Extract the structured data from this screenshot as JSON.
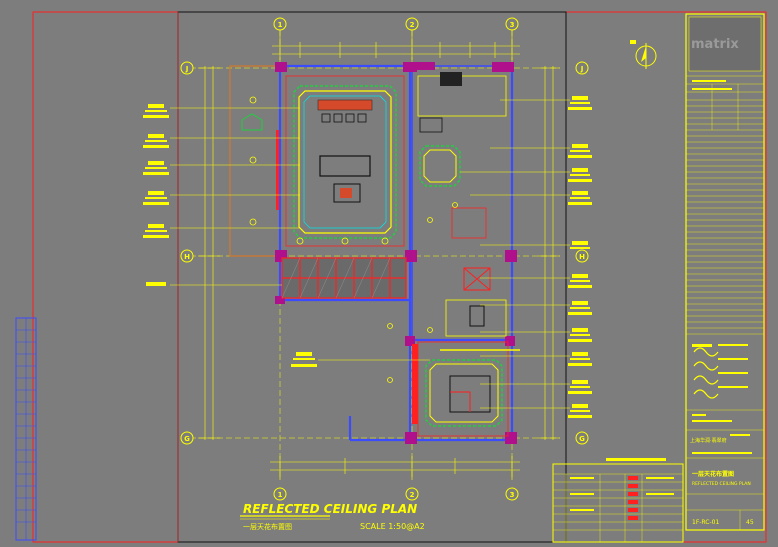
{
  "drawing": {
    "title_en": "REFLECTED CEILING PLAN",
    "title_cn": "一层天花布置图",
    "scale": "SCALE 1:50@A2"
  },
  "grid": {
    "columns": [
      "1",
      "2",
      "3"
    ],
    "rows": [
      "J",
      "H",
      "G"
    ]
  },
  "title_block": {
    "logo": "matrix",
    "sheet_title_cn": "一层天花布置图",
    "sheet_title_en": "REFLECTED CEILING PLAN",
    "drawing_no": "1F-RC-01",
    "sheet_no": "45",
    "project_cn": "上海华润·翡翠府"
  },
  "colors": {
    "background": "#7d7d7d",
    "yellow": "#ffff00",
    "red": "#ff2020",
    "magenta": "#b0108c",
    "cyan": "#00e5e5",
    "green": "#20d040",
    "orange": "#d4782a",
    "blue": "#3b4cff"
  }
}
